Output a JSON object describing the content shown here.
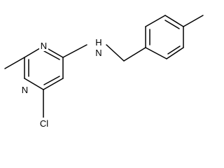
{
  "molecule": {
    "atoms": {
      "n_ring_top": "N",
      "n_ring_bottom": "N",
      "nh": "N",
      "h": "H",
      "cl": "Cl"
    },
    "colors": {
      "bond": "#000000",
      "text": "#000000",
      "background": "#ffffff"
    }
  }
}
